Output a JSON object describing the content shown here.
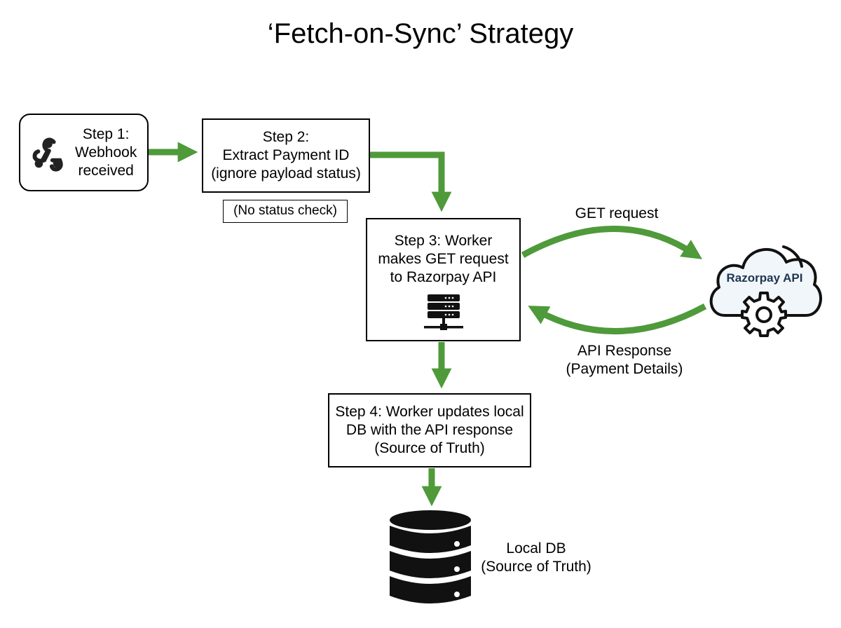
{
  "title": "‘Fetch-on-Sync’ Strategy",
  "colors": {
    "arrow": "#4f9a3a",
    "box_border": "#000000",
    "cloud_fill": "#f1f6fb",
    "cloud_text": "#1f3550"
  },
  "step1": {
    "line1": "Step 1:",
    "line2": "Webhook",
    "line3": "received",
    "icon": "webhook-icon"
  },
  "step2": {
    "line1": "Step 2:",
    "line2": "Extract Payment ID",
    "line3": "(ignore payload status)"
  },
  "note": {
    "text": "(No status check)"
  },
  "step3": {
    "line1": "Step 3: Worker",
    "line2": "makes GET request",
    "line3": "to Razorpay API",
    "icon": "server-icon"
  },
  "step4": {
    "line1": "Step 4: Worker updates local",
    "line2": "DB with the API response",
    "line3": "(Source of Truth)"
  },
  "api": {
    "label": "Razorpay API",
    "icon": "cloud-gear-icon"
  },
  "edges": {
    "get_label": "GET request",
    "response_line1": "API Response",
    "response_line2": "(Payment Details)"
  },
  "localdb": {
    "line1": "Local DB",
    "line2": "(Source of Truth)",
    "icon": "database-icon"
  }
}
